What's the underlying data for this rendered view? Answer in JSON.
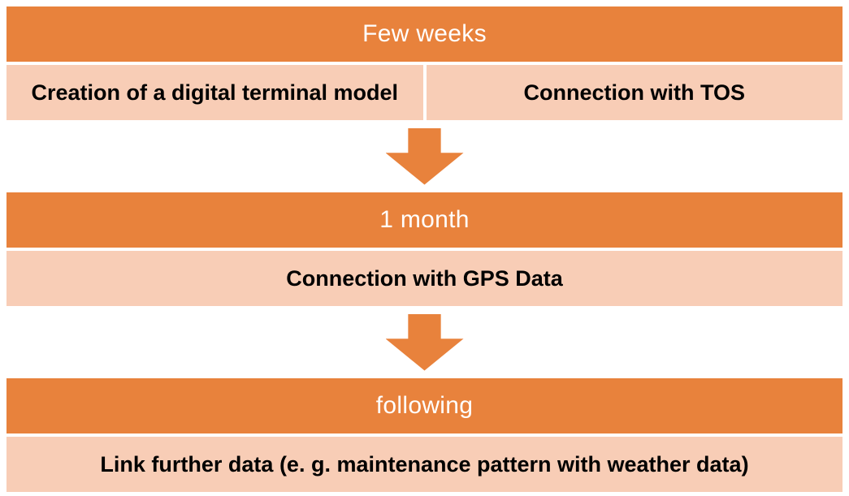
{
  "colors": {
    "header_bg": "#E8823C",
    "header_text": "#FFFFFF",
    "cell_bg": "#F8CDB6",
    "cell_text": "#000000",
    "arrow_color": "#E8823C",
    "page_bg": "#FFFFFF"
  },
  "icons": {
    "arrow": "down-arrow-icon"
  },
  "stages": [
    {
      "title": "Few weeks",
      "items": [
        "Creation of a digital terminal model",
        "Connection with TOS"
      ]
    },
    {
      "title": "1 month",
      "items": [
        "Connection with GPS Data"
      ]
    },
    {
      "title": "following",
      "items": [
        "Link further data (e. g. maintenance pattern with weather data)"
      ]
    }
  ]
}
